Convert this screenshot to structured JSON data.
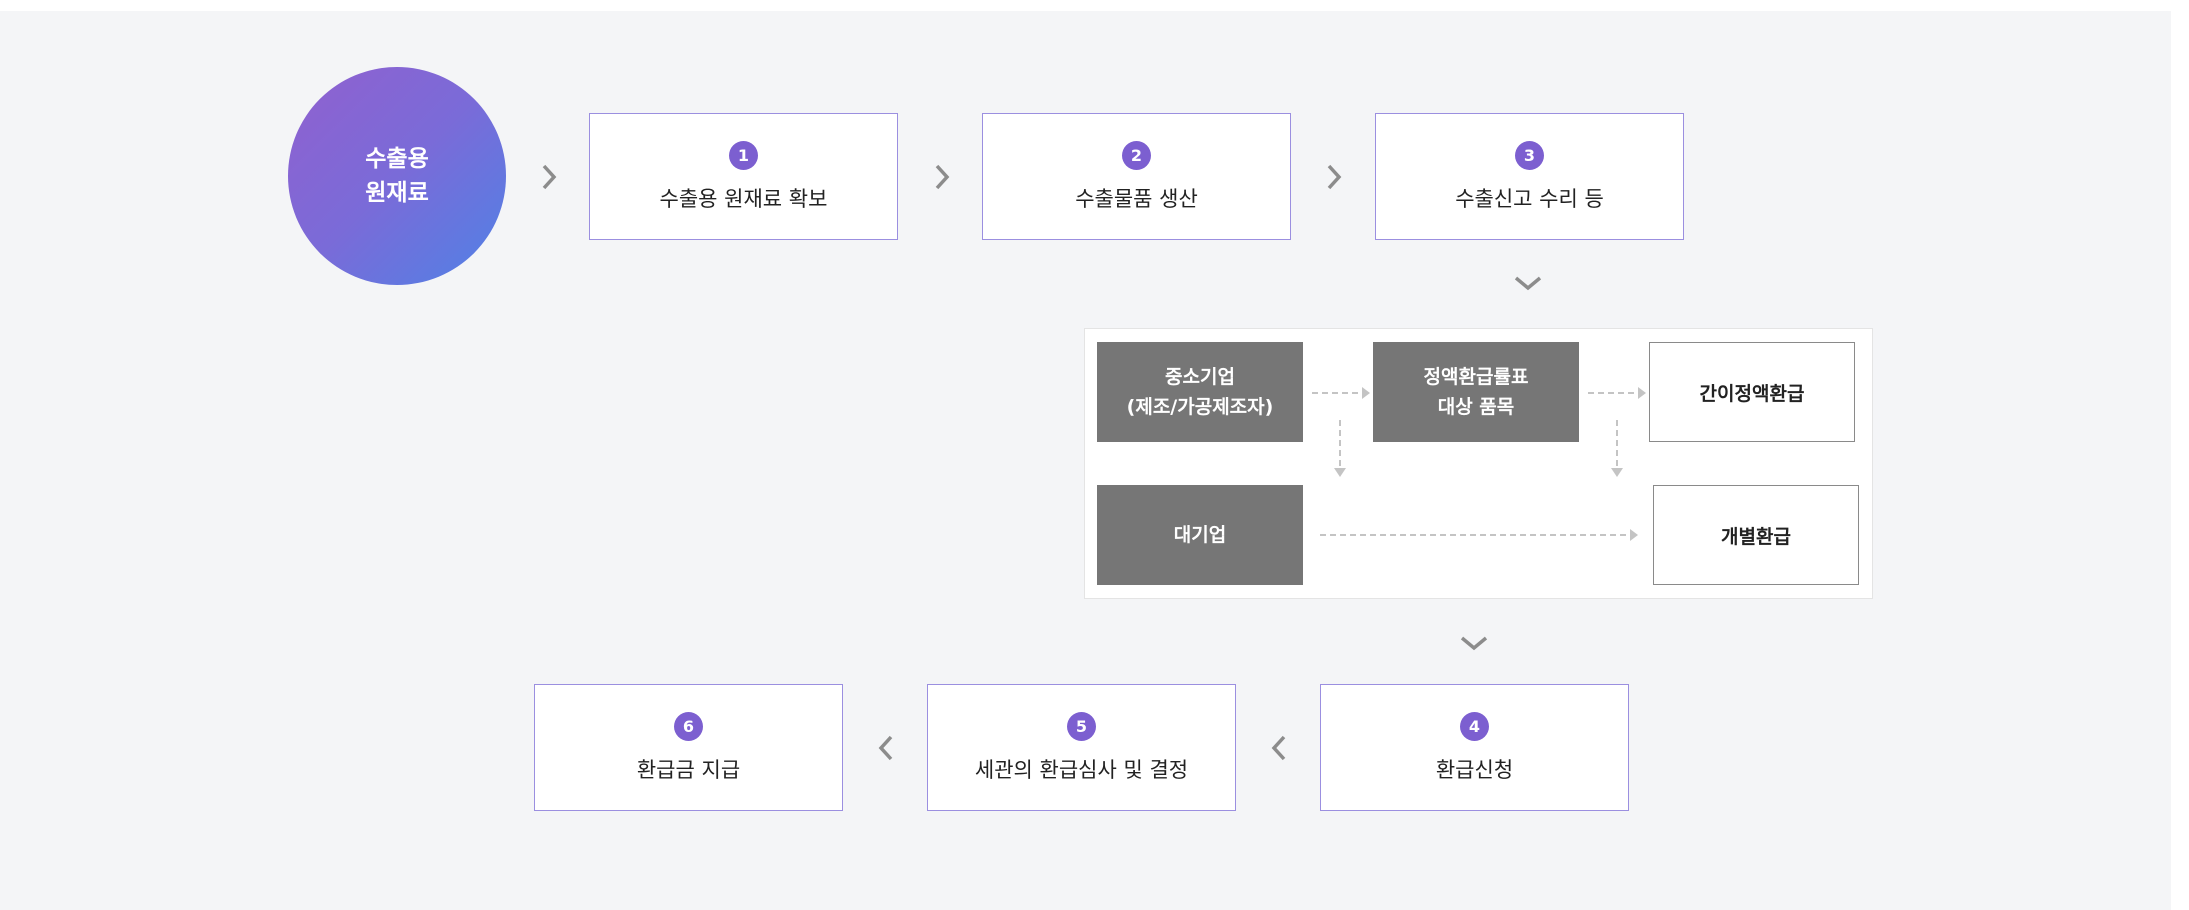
{
  "start": {
    "line1": "수출용",
    "line2": "원재료"
  },
  "steps": [
    {
      "num": "1",
      "label": "수출용 원재료 확보"
    },
    {
      "num": "2",
      "label": "수출물품 생산"
    },
    {
      "num": "3",
      "label": "수출신고 수리 등"
    },
    {
      "num": "4",
      "label": "환급신청"
    },
    {
      "num": "5",
      "label": "세관의 환급심사 및 결정"
    },
    {
      "num": "6",
      "label": "환급금 지급"
    }
  ],
  "detail": {
    "sme": {
      "line1": "중소기업",
      "line2": "(제조/가공제조자)"
    },
    "fixed_rate": {
      "line1": "정액환급률표",
      "line2": "대상 품목"
    },
    "simple_refund": "간이정액환급",
    "large_corp": "대기업",
    "individual_refund": "개별환급"
  },
  "icons": {
    "chevron_right": "chevron-right-icon",
    "chevron_left": "chevron-left-icon",
    "chevron_down": "chevron-down-icon"
  },
  "colors": {
    "accent": "#7c5fd0",
    "step_border": "#9b8fe0",
    "gray_box": "#767676",
    "background": "#f4f5f7"
  }
}
